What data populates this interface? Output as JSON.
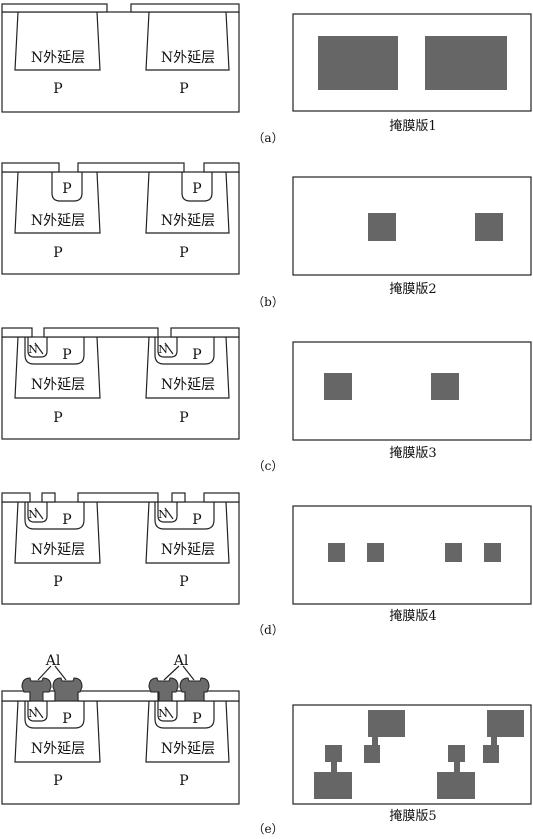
{
  "labels": {
    "n_epi": "N外延层",
    "p_sub": "P",
    "p_base": "P",
    "n_emitter": "N",
    "al": "Al"
  },
  "steps": [
    {
      "caption": "（a）",
      "mask": "掩膜版1"
    },
    {
      "caption": "（b）",
      "mask": "掩膜版2"
    },
    {
      "caption": "（c）",
      "mask": "掩膜版3"
    },
    {
      "caption": "（d）",
      "mask": "掩膜版4"
    },
    {
      "caption": "（e）",
      "mask": "掩膜版5"
    }
  ],
  "colors": {
    "line": "#222222",
    "mask_fill": "#666666",
    "metal": "#6b6b6b"
  }
}
